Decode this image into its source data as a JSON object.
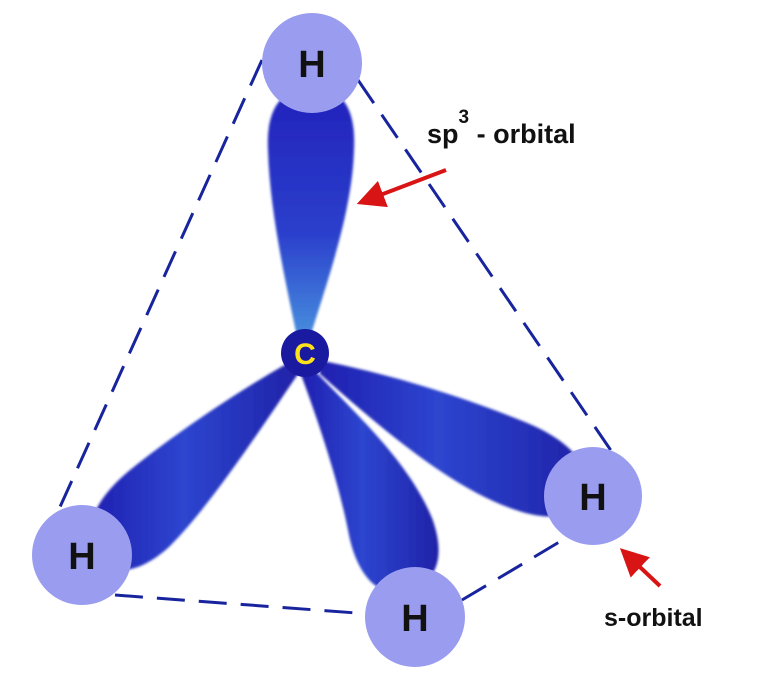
{
  "atoms": {
    "carbon": "C",
    "hydrogen_top": "H",
    "hydrogen_right": "H",
    "hydrogen_bottom": "H",
    "hydrogen_left": "H"
  },
  "annotations": {
    "sp3_base": "sp",
    "sp3_superscript": "3",
    "sp3_suffix": " - orbital",
    "s_orbital": "s-orbital"
  },
  "colors": {
    "hydrogen_fill": "#9a9cf0",
    "orbital_dark": "#2222bb",
    "orbital_light": "#3d7fd9",
    "carbon_fill": "#1a1aa0",
    "carbon_text": "#ffe31a",
    "tetrahedron_edges": "#17249e",
    "arrow": "#d81414"
  }
}
